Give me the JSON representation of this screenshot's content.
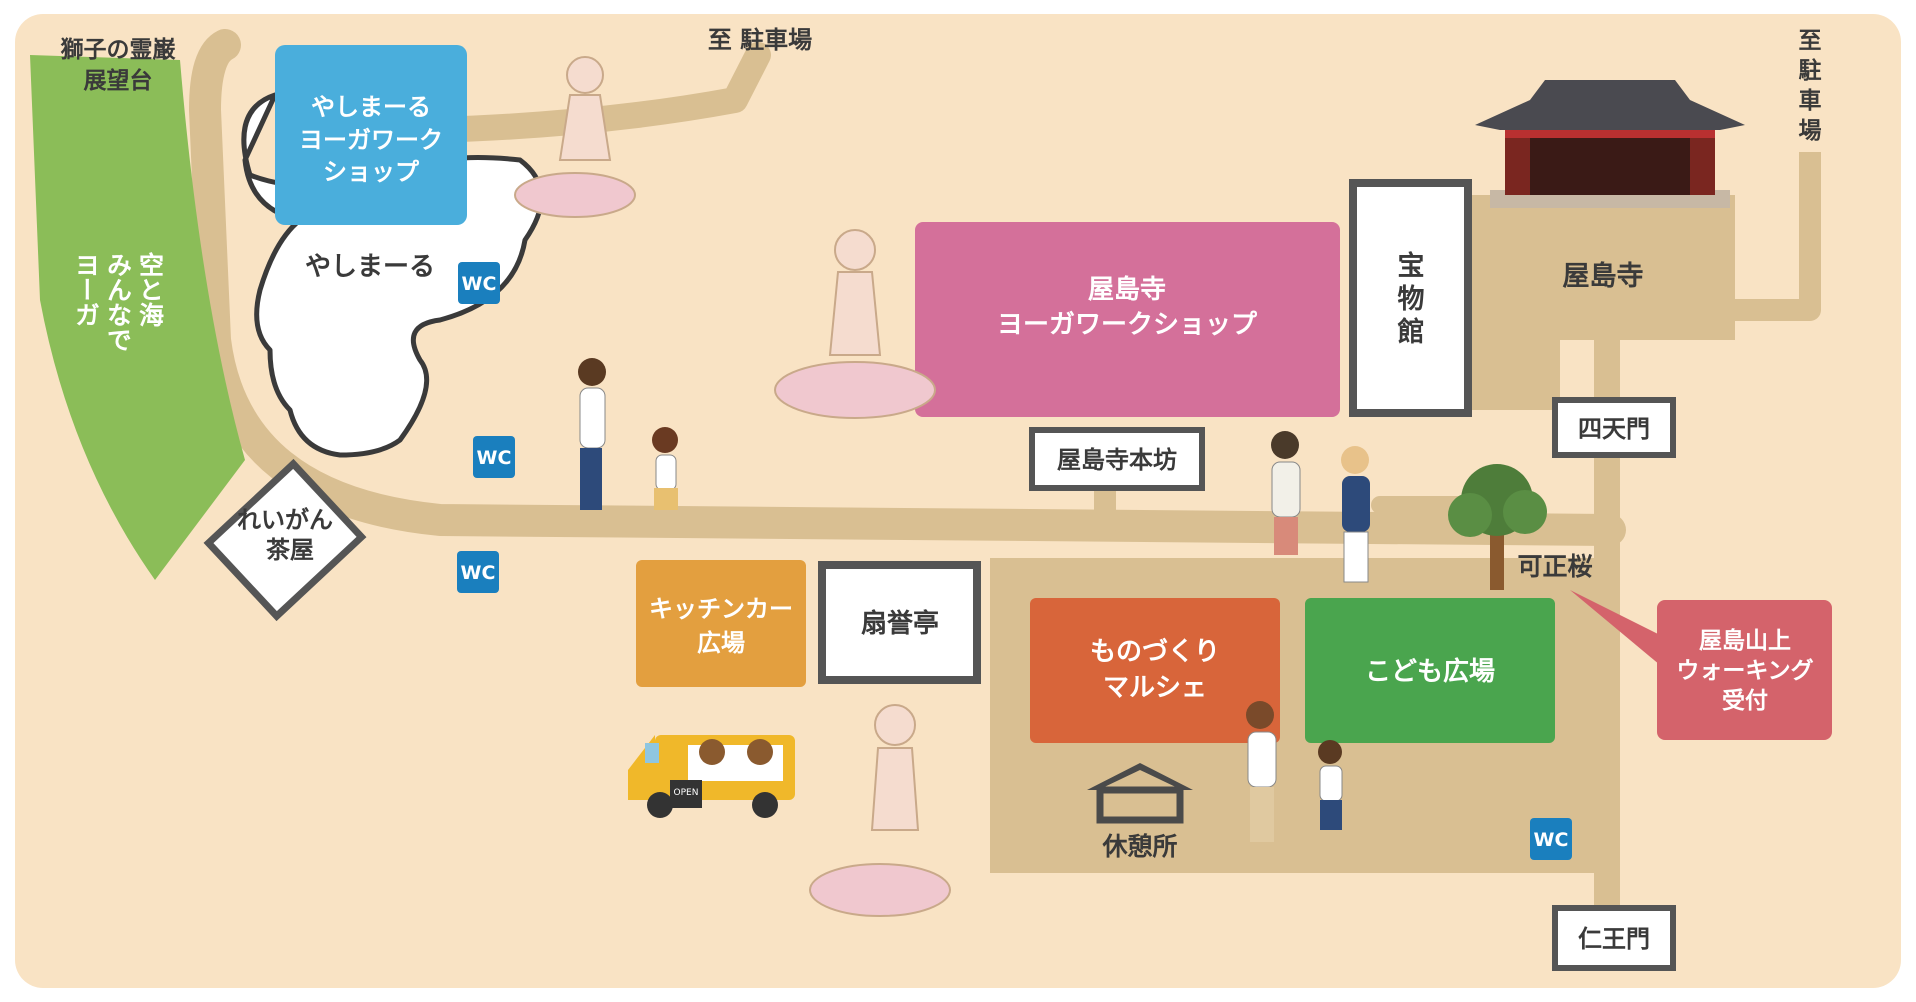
{
  "map": {
    "places": {
      "lion_rock": [
        "獅子の霊巌",
        "展望台"
      ],
      "to_parking_top": "至 駐車場",
      "to_parking_right": [
        "至",
        "駐",
        "車",
        "場"
      ],
      "yashimaru_workshop": [
        "やしまーる",
        "ヨーガワーク",
        "ショップ"
      ],
      "yashimaru": "やしまーる",
      "sky_sea_yoga": [
        "空と海",
        "みんなで",
        "ヨーガ"
      ],
      "yashimaji_workshop": [
        "屋島寺",
        "ヨーガワークショップ"
      ],
      "treasure_hall": [
        "宝",
        "物",
        "館"
      ],
      "yashimaji": "屋島寺",
      "shitenmon": "四天門",
      "honbo": "屋島寺本坊",
      "reigan_teahouse": [
        "れいがん",
        "茶屋"
      ],
      "kitchen_car_plaza": [
        "キッチンカー",
        "広場"
      ],
      "senyotei": "扇誉亭",
      "kasho_sakura": "可正桜",
      "monozukuri": [
        "ものづくり",
        "マルシェ"
      ],
      "kids_plaza": "こども広場",
      "walking_reception": [
        "屋島山上",
        "ウォーキング",
        "受付"
      ],
      "rest_area": "休憩所",
      "niomon": "仁王門",
      "food_truck_sign": "OPEN"
    },
    "wc_label": "WC",
    "colors": {
      "background": "#f9e3c4",
      "path": "#d9bf92",
      "green_area": "#8bbd58",
      "yashimaru_blue": "#4aaedc",
      "yashimaji_pink": "#d4709a",
      "kitchen_orange": "#e39f3f",
      "monozukuri_orange": "#d8653a",
      "kids_green": "#4aa54e",
      "walking_red": "#d4636b",
      "wc_blue": "#1a7fbe"
    }
  }
}
